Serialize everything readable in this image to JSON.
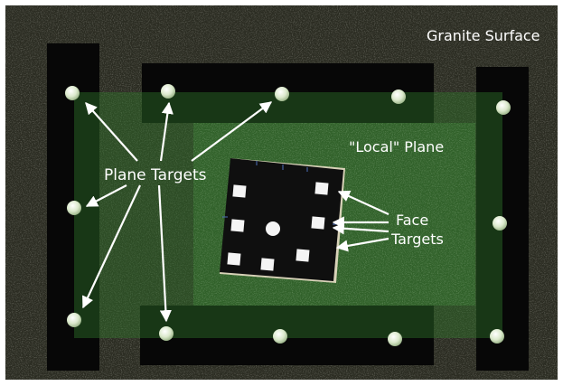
{
  "labels": {
    "surface": "Granite Surface",
    "local_plane": "\"Local\" Plane",
    "plane_targets": "Plane Targets",
    "face_line1": "Face",
    "face_line2": "Targets"
  },
  "colors": {
    "granite": "#2b2c22",
    "tape": "#070707",
    "plane_tint": "#2f6e2a",
    "target": "#e4f0d6",
    "block": "#0f0f0f",
    "square": "#f4f4f4",
    "arrow": "#ffffff",
    "text": "#ffffff"
  },
  "icons": {
    "arrow": "arrow-icon",
    "target": "circle-target-icon"
  }
}
